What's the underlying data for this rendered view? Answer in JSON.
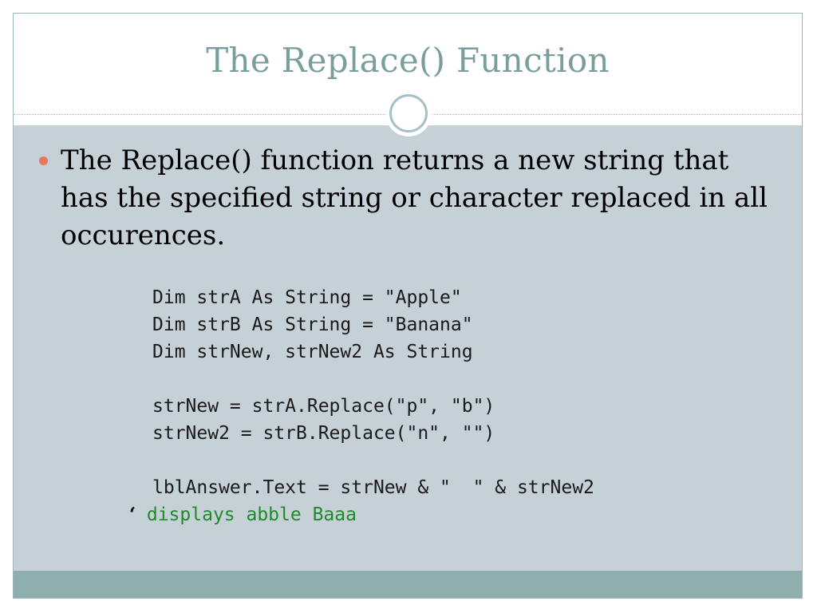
{
  "slide": {
    "title": "The Replace() Function",
    "bullet": "The Replace() function returns a new string that has the specified string or character replaced in all occurences.",
    "code_lines": [
      "Dim strA As String = \"Apple\"",
      "Dim strB As String = \"Banana\"",
      "Dim strNew, strNew2 As String",
      "",
      "strNew = strA.Replace(\"p\", \"b\")",
      "strNew2 = strB.Replace(\"n\", \"\")",
      "",
      "lblAnswer.Text = strNew & \"  \" & strNew2"
    ],
    "comment": {
      "marker": "‘",
      "text": " displays abble Baaa"
    }
  },
  "colors": {
    "title": "#7a9e9c",
    "content_bg": "#c6d1d7",
    "footer_bar": "#8faeae",
    "bullet": "#e8785a",
    "comment": "#1e8a2a"
  }
}
